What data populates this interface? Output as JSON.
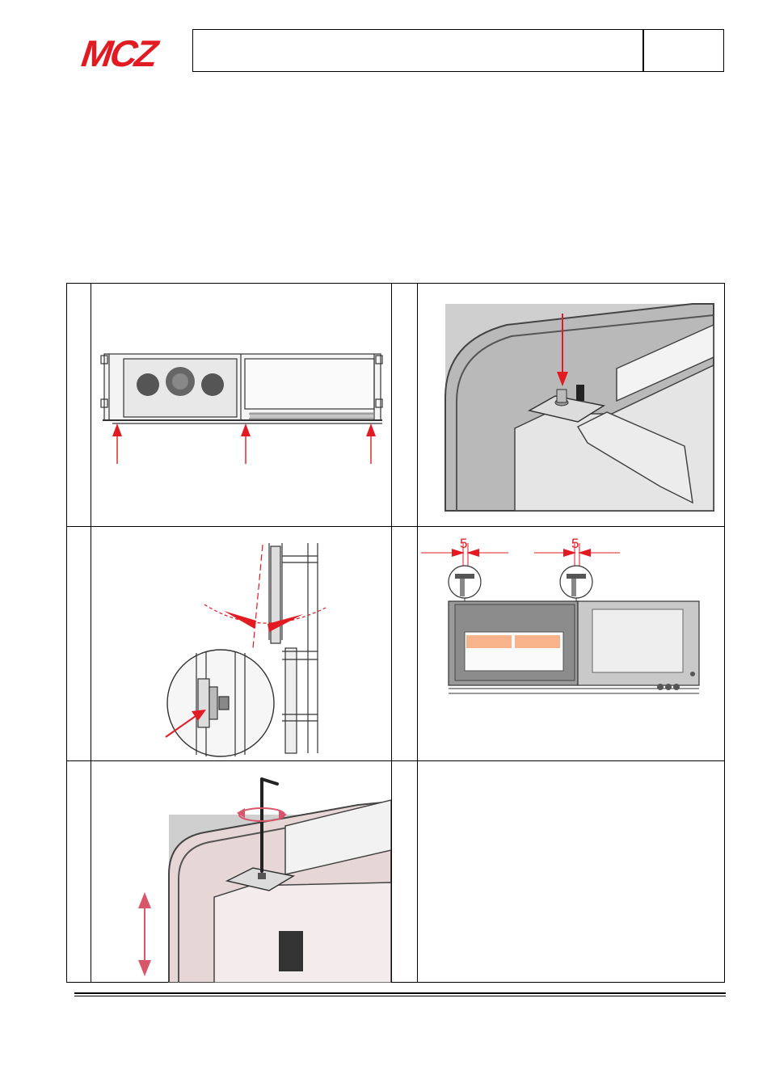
{
  "brand": {
    "logo_text": "MCZ",
    "logo_color": "#e21a22"
  },
  "figures": {
    "fig4": {
      "gap_left_mm": "5",
      "gap_right_mm": "5"
    }
  },
  "colors": {
    "arrow": "#e21a22",
    "panel": "#c9c9c9",
    "frame": "#555555",
    "highlight": "#f7b48a",
    "rotate_arrow": "#d8556a"
  }
}
